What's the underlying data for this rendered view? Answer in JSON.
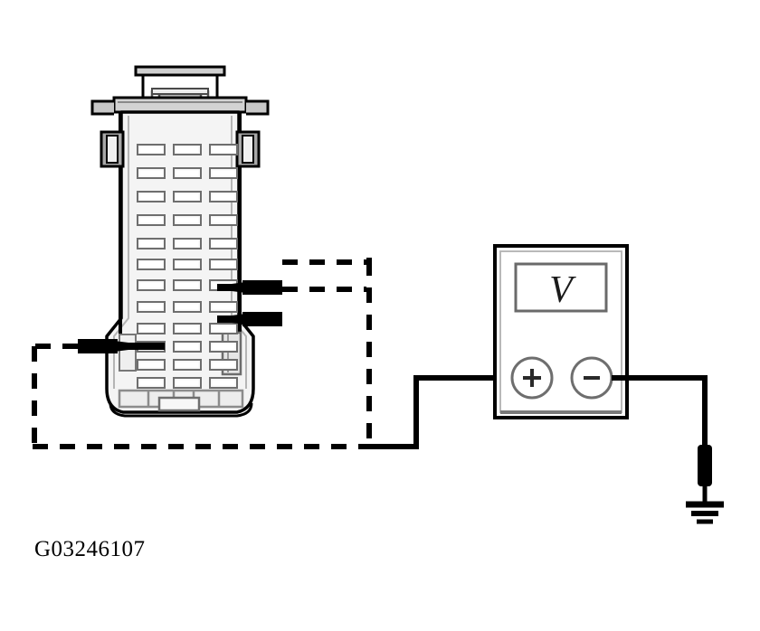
{
  "figure": {
    "id_label": "G03246107",
    "caption": "",
    "background_color": "#ffffff",
    "line_color": "#000000",
    "shade_color": "#9a9a9a",
    "fill_color": "#f2f2f2"
  },
  "connector": {
    "name": "multi-pin electrical connector",
    "orientation": "front view",
    "pin_grid": {
      "rows": 12,
      "columns": 3,
      "total_cavities": 36
    },
    "latch": "top center locking tab",
    "side_tabs": 2
  },
  "meter": {
    "name": "digital multimeter",
    "display_value": "V",
    "display_meaning": "voltmeter",
    "terminals": [
      {
        "symbol": "+",
        "name": "positive-terminal"
      },
      {
        "symbol": "−",
        "name": "negative-terminal"
      }
    ]
  },
  "probes": [
    {
      "name": "probe-upper",
      "target": "column-3-row-7",
      "lead_style": "dashed"
    },
    {
      "name": "probe-middle",
      "target": "column-3-row-8",
      "lead_style": "dashed"
    },
    {
      "name": "probe-lower-left",
      "target": "column-1-row-11",
      "lead_style": "dashed"
    }
  ],
  "ground": {
    "name": "chassis-ground",
    "symbol": "three-bar-ground",
    "lead_style": "solid"
  },
  "wiring": {
    "dashed_lead_note": "test leads from connector cavities",
    "solid_lead_note": "meter to ground connection"
  }
}
